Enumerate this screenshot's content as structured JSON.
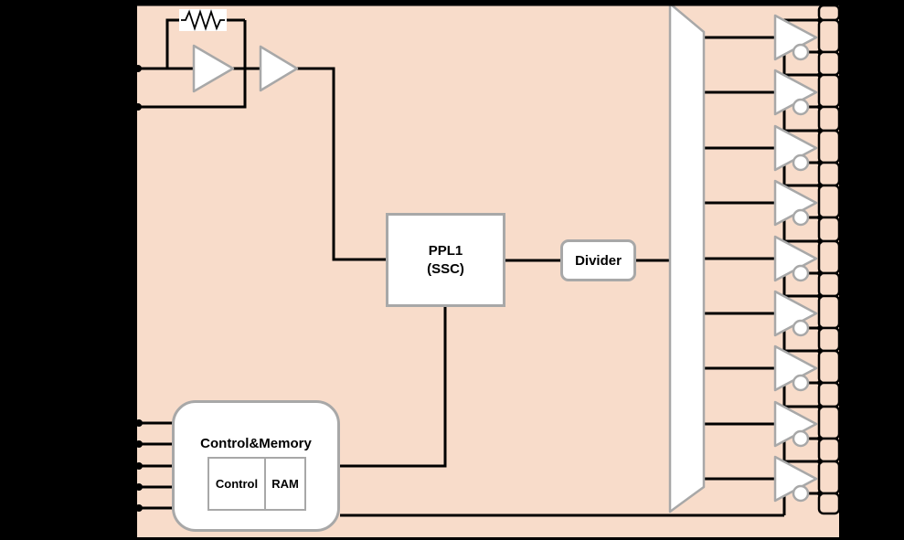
{
  "diagram": {
    "type": "clock-generator-block-diagram",
    "colors": {
      "background": "#000000",
      "chip_fill": "#f8dcca",
      "block_border": "#a8a8a8",
      "block_fill": "#ffffff",
      "wire": "#000000"
    },
    "blocks": {
      "pll": {
        "line1": "PPL1",
        "line2": "(SSC)"
      },
      "divider": {
        "label": "Divider"
      },
      "control_memory": {
        "title": "Control&Memory",
        "control_label": "Control",
        "ram_label": "RAM"
      }
    },
    "counts": {
      "output_buffers": 9,
      "output_pins_per_buffer": 2,
      "control_input_pins": 5,
      "crystal_pins": 2,
      "oscillator_buffers": 2
    }
  }
}
